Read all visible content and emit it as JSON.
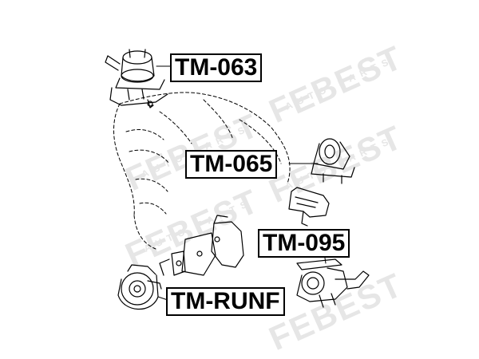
{
  "watermark": {
    "brand": "FEBEST",
    "tagline": "AUTO PARTS",
    "color": "#e6e6e6"
  },
  "labels": {
    "tm_063": "TM-063",
    "tm_065": "TM-065",
    "tm_095": "TM-095",
    "tm_runf": "TM-RUNF"
  },
  "colors": {
    "line": "#000000",
    "background": "#ffffff"
  }
}
